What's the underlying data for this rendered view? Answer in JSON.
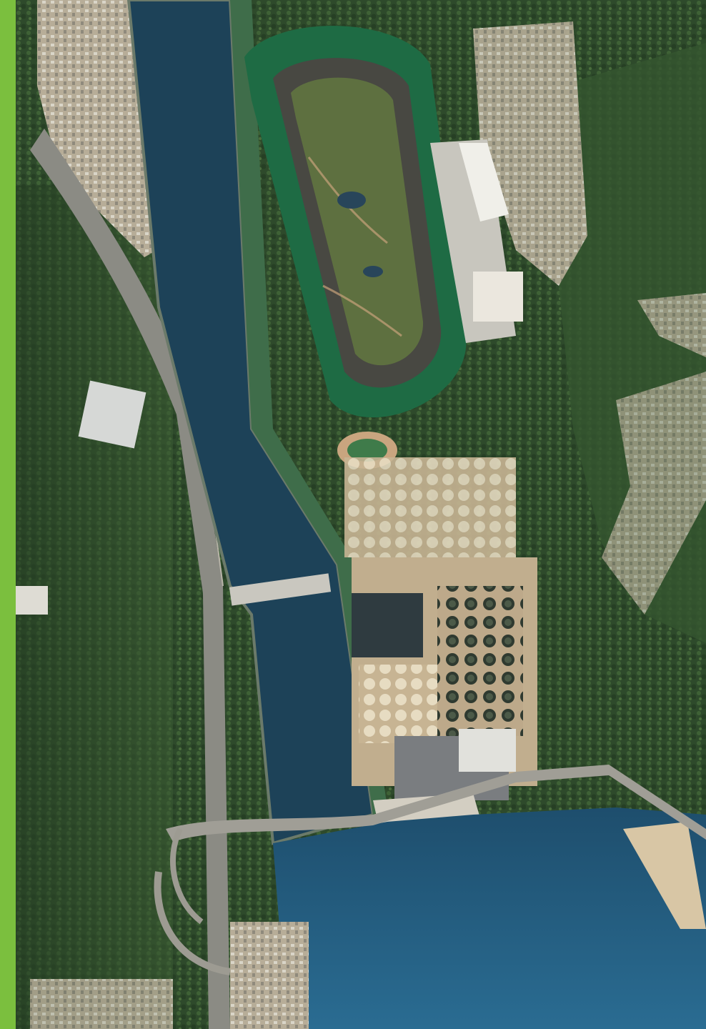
{
  "page": {
    "kind": "aerial-photograph",
    "accent_color": "#7bbf3e"
  },
  "palette": {
    "forest": "#2f4a2c",
    "forest_dark": "#22381f",
    "forest_light": "#4a6a3a",
    "river": "#1d4258",
    "sea": "#1f5a7c",
    "track_turf": "#1f6b45",
    "track_dirt": "#4b4a44",
    "infield": "#5e7040",
    "urban": "#b9b2a2",
    "sand": "#c9a57f",
    "road": "#8a8a82",
    "building": "#d8d8d2"
  },
  "map": {
    "features": [
      {
        "name": "river-channel"
      },
      {
        "name": "harbour-water"
      },
      {
        "name": "racecourse"
      },
      {
        "name": "grandstand"
      },
      {
        "name": "treatment-works"
      },
      {
        "name": "expressway"
      },
      {
        "name": "bridge-upper"
      },
      {
        "name": "bridge-lower"
      },
      {
        "name": "hillside-forest-west"
      },
      {
        "name": "hillside-forest-east"
      },
      {
        "name": "residential-towers"
      }
    ]
  }
}
